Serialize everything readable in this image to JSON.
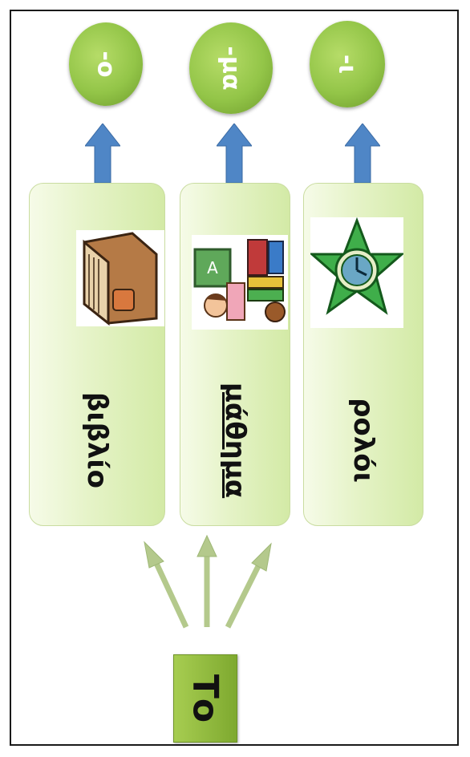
{
  "article": "Το",
  "words": [
    {
      "word": "βιβλίο",
      "ending": "-ο",
      "picture": "book-icon"
    },
    {
      "word": "μάθημα",
      "ending": "-μα",
      "picture": "teacher-icon"
    },
    {
      "word": "ρολόι",
      "ending": "-ι",
      "picture": "clock-icon"
    }
  ],
  "colors": {
    "card": "#e5f3c7",
    "bubble": "#93c548",
    "arrow_blue": "#4f86c6",
    "arrow_green": "#b4c98c",
    "article_box": "#94be41"
  }
}
